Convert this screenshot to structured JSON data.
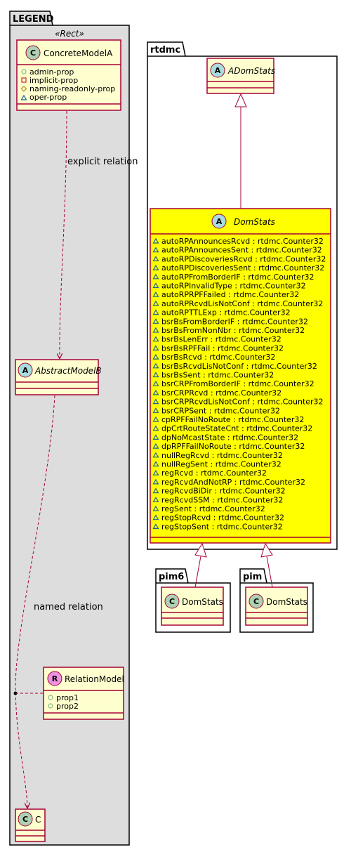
{
  "legend": {
    "title": "LEGEND",
    "stereotype": "«Rect»",
    "concrete_class": {
      "name": "ConcreteModelA",
      "badge": "C",
      "attributes": [
        {
          "vis": "public",
          "text": "admin-prop"
        },
        {
          "vis": "private",
          "text": "implicit-prop"
        },
        {
          "vis": "protected",
          "text": "naming-readonly-prop"
        },
        {
          "vis": "package",
          "text": "oper-prop"
        }
      ]
    },
    "explicit_relation_label": "explicit relation",
    "abstract_class": {
      "name": "AbstractModelB",
      "badge": "A"
    },
    "named_relation_label": "named relation",
    "relation_class": {
      "name": "RelationModel",
      "badge": "R",
      "attributes": [
        {
          "vis": "public",
          "text": "prop1"
        },
        {
          "vis": "public",
          "text": "prop2"
        }
      ]
    },
    "target_class": {
      "name": "C",
      "badge": "C"
    }
  },
  "rtdmc": {
    "title": "rtdmc",
    "base_class": {
      "name": "ADomStats",
      "badge": "A"
    },
    "domstats": {
      "name": "DomStats",
      "badge": "A",
      "attributes": [
        "autoRPAnnouncesRcvd : rtdmc.Counter32",
        "autoRPAnnouncesSent : rtdmc.Counter32",
        "autoRPDiscoveriesRcvd : rtdmc.Counter32",
        "autoRPDiscoveriesSent : rtdmc.Counter32",
        "autoRPFromBorderIF : rtdmc.Counter32",
        "autoRPInvalidType : rtdmc.Counter32",
        "autoRPRPFFailed : rtdmc.Counter32",
        "autoRPRcvdLisNotConf : rtdmc.Counter32",
        "autoRPTTLExp : rtdmc.Counter32",
        "bsrBsFromBorderIF : rtdmc.Counter32",
        "bsrBsFromNonNbr : rtdmc.Counter32",
        "bsrBsLenErr : rtdmc.Counter32",
        "bsrBsRPFFail : rtdmc.Counter32",
        "bsrBsRcvd : rtdmc.Counter32",
        "bsrBsRcvdLisNotConf : rtdmc.Counter32",
        "bsrBsSent : rtdmc.Counter32",
        "bsrCRPFromBorderIF : rtdmc.Counter32",
        "bsrCRPRcvd : rtdmc.Counter32",
        "bsrCRPRcvdLisNotConf : rtdmc.Counter32",
        "bsrCRPSent : rtdmc.Counter32",
        "cpRPFFailNoRoute : rtdmc.Counter32",
        "dpCrtRouteStateCnt : rtdmc.Counter32",
        "dpNoMcastState : rtdmc.Counter32",
        "dpRPFFailNoRoute : rtdmc.Counter32",
        "nullRegRcvd : rtdmc.Counter32",
        "nullRegSent : rtdmc.Counter32",
        "regRcvd : rtdmc.Counter32",
        "regRcvdAndNotRP : rtdmc.Counter32",
        "regRcvdBiDir : rtdmc.Counter32",
        "regRcvdSSM : rtdmc.Counter32",
        "regSent : rtdmc.Counter32",
        "regStopRcvd : rtdmc.Counter32",
        "regStopSent : rtdmc.Counter32"
      ]
    }
  },
  "pim6": {
    "title": "pim6",
    "class": {
      "name": "DomStats",
      "badge": "C"
    }
  },
  "pim": {
    "title": "pim",
    "class": {
      "name": "DomStats",
      "badge": "C"
    }
  },
  "colors": {
    "class_fill": "#FEFECE",
    "class_border": "#A80036",
    "highlight_fill": "#FFFF00",
    "legend_bg": "#DDDDDD",
    "badge_class": "#ADD1B2",
    "badge_abstract": "#A9DCDF",
    "badge_relation": "#EB93DF",
    "public_dot": "#84BE84",
    "private_square": "#C82930",
    "protected_diamond": "#B38D22",
    "package_triangle": "#1963A0"
  }
}
